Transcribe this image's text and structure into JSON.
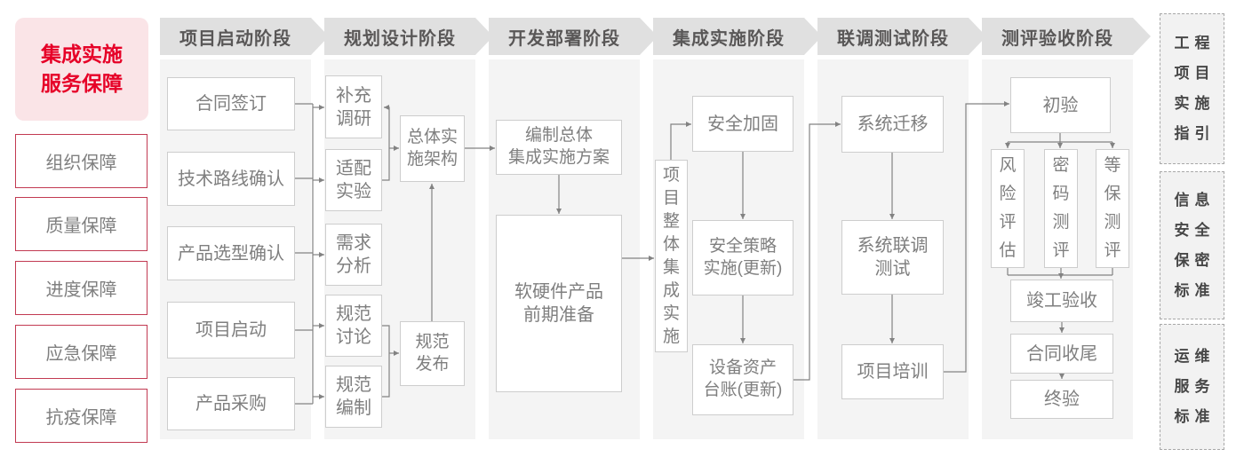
{
  "sidebar": {
    "title": "集成实施\n服务保障",
    "items": [
      "组织保障",
      "质量保障",
      "进度保障",
      "应急保障",
      "抗疫保障"
    ]
  },
  "phases": [
    "项目启动阶段",
    "规划设计阶段",
    "开发部署阶段",
    "集成实施阶段",
    "联调测试阶段",
    "测评验收阶段"
  ],
  "col1": [
    "合同签订",
    "技术路线确认",
    "产品选型确认",
    "项目启动",
    "产品采购"
  ],
  "col2": {
    "left": [
      "补充\n调研",
      "适配\n实验",
      "需求\n分析",
      "规范\n讨论",
      "规范\n编制"
    ],
    "arch": "总体实\n施架构",
    "publish": "规范\n发布"
  },
  "col3": {
    "plan": "编制总体\n集成实施方案",
    "prep": "软硬件产品\n前期准备"
  },
  "col4": {
    "vertical": "项目整体集成实施",
    "items": [
      "安全加固",
      "安全策略\n实施(更新)",
      "设备资产\n台账(更新)"
    ]
  },
  "col5": [
    "系统迁移",
    "系统联调\n测试",
    "项目培训"
  ],
  "col6": {
    "first": "初验",
    "evals": [
      "风险评估",
      "密码测评",
      "等保测评"
    ],
    "last": [
      "竣工验收",
      "合同收尾",
      "终验"
    ]
  },
  "standards": [
    "工程\n项目\n实施\n指引",
    "信息\n安全\n保密\n标准",
    "运维\n服务\n标准"
  ],
  "colors": {
    "accent_red": "#e60027",
    "red_border": "#c23a52",
    "pink_bg": "#fae4e7",
    "header_bg": "#e0e0e0",
    "header_text": "#595757",
    "panel_bg": "#f4f4f4",
    "box_border": "#cdcdcd",
    "box_text": "#7f7f7f",
    "line": "#828282"
  }
}
